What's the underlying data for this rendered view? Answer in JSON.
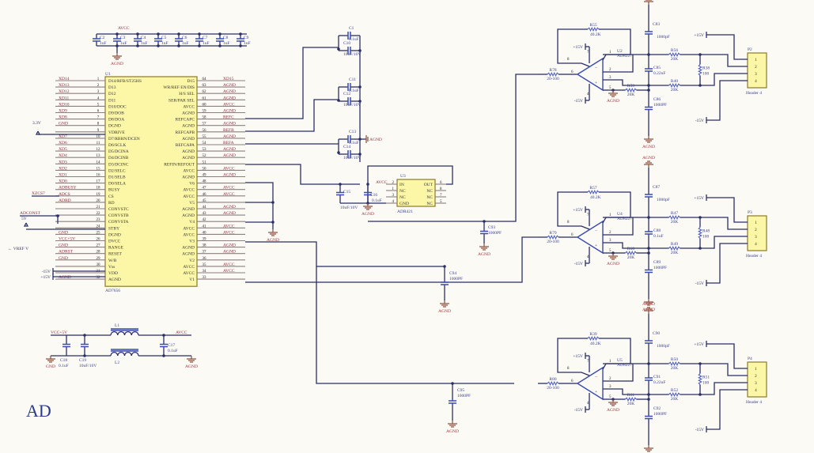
{
  "title": "AD",
  "u1": {
    "ref": "U1",
    "part": "AD7656",
    "left_pins": [
      {
        "num": "1",
        "name": "D14/RFB/ST25HS",
        "net": "XD14"
      },
      {
        "num": "2",
        "name": "D13",
        "net": "XD13"
      },
      {
        "num": "3",
        "name": "D12",
        "net": "XD12"
      },
      {
        "num": "4",
        "name": "D11",
        "net": "XD11"
      },
      {
        "num": "5",
        "name": "D10/DOC",
        "net": "XD10"
      },
      {
        "num": "6",
        "name": "D9/DOB",
        "net": "XD9"
      },
      {
        "num": "7",
        "name": "D8/DOA",
        "net": "XD8"
      },
      {
        "num": "8",
        "name": "DGND",
        "net": "GND"
      },
      {
        "num": "9",
        "name": "VDRIVE",
        "net": ""
      },
      {
        "num": "10",
        "name": "D7/RBRN/DCEN",
        "net": "XD7"
      },
      {
        "num": "11",
        "name": "D6/SCLK",
        "net": "XD6"
      },
      {
        "num": "12",
        "name": "D5/DCINA",
        "net": "XD5"
      },
      {
        "num": "13",
        "name": "D4/DCINB",
        "net": "XD4"
      },
      {
        "num": "14",
        "name": "D3/DCINC",
        "net": "XD3"
      },
      {
        "num": "15",
        "name": "D2/SELC",
        "net": "XD2"
      },
      {
        "num": "16",
        "name": "D1/SELB",
        "net": "XD1"
      },
      {
        "num": "17",
        "name": "D0/SELA",
        "net": "XD0"
      },
      {
        "num": "18",
        "name": "BUSY",
        "net": "ADBUSY"
      },
      {
        "num": "19",
        "name": "CS",
        "net": "ADCS"
      },
      {
        "num": "20",
        "name": "RD",
        "net": "ADRD"
      },
      {
        "num": "21",
        "name": "CONVSTC",
        "net": ""
      },
      {
        "num": "22",
        "name": "CONVSTB",
        "net": ""
      },
      {
        "num": "23",
        "name": "CONVSTA",
        "net": ""
      },
      {
        "num": "24",
        "name": "STBY",
        "net": ""
      },
      {
        "num": "25",
        "name": "DGND",
        "net": "GND"
      },
      {
        "num": "26",
        "name": "DVCC",
        "net": "VCC+5V"
      },
      {
        "num": "27",
        "name": "RANGE",
        "net": "GND"
      },
      {
        "num": "28",
        "name": "RESET",
        "net": "ADRST"
      },
      {
        "num": "29",
        "name": "W/B",
        "net": "GND"
      },
      {
        "num": "30",
        "name": "Vss",
        "net": ""
      },
      {
        "num": "31",
        "name": "VDD",
        "net": ""
      },
      {
        "num": "32",
        "name": "AGND",
        "net": "AGND"
      }
    ],
    "right_pins": [
      {
        "num": "64",
        "name": "D15",
        "net": "XD15"
      },
      {
        "num": "63",
        "name": "WR/REF EN/DIS",
        "net": "AGND"
      },
      {
        "num": "62",
        "name": "H/S SEL",
        "net": "AGND"
      },
      {
        "num": "61",
        "name": "SER/PAR SEL",
        "net": "AGND"
      },
      {
        "num": "60",
        "name": "AVCC",
        "net": "AVCC"
      },
      {
        "num": "59",
        "name": "AGND",
        "net": "AGND"
      },
      {
        "num": "58",
        "name": "REFCAPC",
        "net": "REFC"
      },
      {
        "num": "57",
        "name": "AGND",
        "net": "AGND"
      },
      {
        "num": "56",
        "name": "REFCAPB",
        "net": "REFB"
      },
      {
        "num": "55",
        "name": "AGND",
        "net": "AGND"
      },
      {
        "num": "54",
        "name": "REFCAPA",
        "net": "REFA"
      },
      {
        "num": "53",
        "name": "AGND",
        "net": "AGND"
      },
      {
        "num": "52",
        "name": "AGND",
        "net": "AGND"
      },
      {
        "num": "51",
        "name": "REFIN/REFOUT",
        "net": ""
      },
      {
        "num": "50",
        "name": "AVCC",
        "net": "AVCC"
      },
      {
        "num": "49",
        "name": "AGND",
        "net": "AGND"
      },
      {
        "num": "48",
        "name": "V6",
        "net": ""
      },
      {
        "num": "47",
        "name": "AVCC",
        "net": "AVCC"
      },
      {
        "num": "46",
        "name": "AVCC",
        "net": "AVCC"
      },
      {
        "num": "45",
        "name": "V5",
        "net": ""
      },
      {
        "num": "44",
        "name": "AGND",
        "net": "AGND"
      },
      {
        "num": "43",
        "name": "AGND",
        "net": "AGND"
      },
      {
        "num": "42",
        "name": "V4",
        "net": ""
      },
      {
        "num": "41",
        "name": "AVCC",
        "net": "AVCC"
      },
      {
        "num": "40",
        "name": "AVCC",
        "net": "AVCC"
      },
      {
        "num": "39",
        "name": "V3",
        "net": ""
      },
      {
        "num": "38",
        "name": "AGND",
        "net": "AGND"
      },
      {
        "num": "37",
        "name": "AGND",
        "net": "AGND"
      },
      {
        "num": "36",
        "name": "V2",
        "net": ""
      },
      {
        "num": "35",
        "name": "AVCC",
        "net": "AVCC"
      },
      {
        "num": "34",
        "name": "AVCC",
        "net": "AVCC"
      },
      {
        "num": "33",
        "name": "V1",
        "net": ""
      }
    ]
  },
  "left_labels": {
    "v33": "3.3V",
    "xzcs7": "XZCS7",
    "adconst": "ADCONST",
    "v5": "5V",
    "vref": "← VREF V",
    "m15": "-15V",
    "p15": "+15V"
  },
  "decoupling": {
    "net_top": "AVCC",
    "net_bot": "AGND",
    "caps": [
      {
        "ref": "C2",
        "val": "1uF"
      },
      {
        "ref": "C3",
        "val": "1uF"
      },
      {
        "ref": "C4",
        "val": "1uF"
      },
      {
        "ref": "C5",
        "val": "1uF"
      },
      {
        "ref": "C6",
        "val": "1uF"
      },
      {
        "ref": "C7",
        "val": "1uF"
      },
      {
        "ref": "C8",
        "val": "1uF"
      },
      {
        "ref": "C9",
        "val": "1uF"
      }
    ]
  },
  "ref_caps": [
    {
      "ref": "C1",
      "val": "0.1uF"
    },
    {
      "ref": "C10",
      "val": "10uF/10V"
    },
    {
      "ref": "C11",
      "val": "0.1uF"
    },
    {
      "ref": "C12",
      "val": "10uF/10V"
    },
    {
      "ref": "C13",
      "val": "0.1uF"
    },
    {
      "ref": "C14",
      "val": "10uF/10V"
    }
  ],
  "ref_gnd": "AGND",
  "u3": {
    "ref": "U3",
    "part": "ADR421",
    "in_net": "AVCC",
    "pins_left": [
      {
        "num": "2",
        "name": "IN"
      },
      {
        "num": "1",
        "name": "NC"
      },
      {
        "num": "3",
        "name": "NC"
      },
      {
        "num": "4",
        "name": "GND"
      }
    ],
    "pins_right": [
      {
        "num": "6",
        "name": "OUT"
      },
      {
        "num": "8",
        "name": "NC"
      },
      {
        "num": "7",
        "name": "NC"
      },
      {
        "num": "5",
        "name": "NC"
      }
    ],
    "c15": {
      "ref": "C15",
      "val": "10uF/10V"
    },
    "c16": {
      "ref": "C16",
      "val": "0.1uF"
    },
    "gnd": "AGND"
  },
  "filter_caps": [
    {
      "ref": "C93",
      "val": "1000PF",
      "gnd": "AGND"
    },
    {
      "ref": "C94",
      "val": "1000PF",
      "gnd": "AGND"
    },
    {
      "ref": "C95",
      "val": "1000PF",
      "gnd": "AGND"
    }
  ],
  "power_filter": {
    "vin": "VCC+5V",
    "vout": "AVCC",
    "l1": "L1",
    "l2": "L2",
    "c18": {
      "ref": "C18",
      "val": "0.1uF"
    },
    "c19": {
      "ref": "C19",
      "val": "10uF/10V"
    },
    "c17": {
      "ref": "C17",
      "val": "0.1uF"
    },
    "gnd_in": "GND",
    "gnd_out": "AGND"
  },
  "channels": [
    {
      "rin": {
        "ref": "R78",
        "val": "20-100"
      },
      "rf": {
        "ref": "R55",
        "val": "40.2K"
      },
      "opamp": {
        "ref": "U2",
        "part": "AD8227"
      },
      "rgnd": {
        "ref": "R59",
        "val": "20K"
      },
      "ctop": {
        "ref": "C83",
        "val": "1000pF"
      },
      "cmid": {
        "ref": "C85",
        "val": "0.22uF"
      },
      "cbot": {
        "ref": "C86",
        "val": "1000PF"
      },
      "ra": {
        "ref": "R56",
        "val": "20K"
      },
      "rb": {
        "ref": "R40",
        "val": "20K"
      },
      "rt": {
        "ref": "R38",
        "val": "100"
      },
      "hdr": {
        "ref": "P2",
        "part": "Header 4",
        "pins": [
          "1",
          "2",
          "3",
          "4"
        ]
      },
      "vp": "+15V",
      "vn": "-15V",
      "gnd": "AGND"
    },
    {
      "rin": {
        "ref": "R79",
        "val": "20-100"
      },
      "rf": {
        "ref": "R57",
        "val": "40.2K"
      },
      "opamp": {
        "ref": "U4",
        "part": "AD8227"
      },
      "rgnd": {
        "ref": "R60",
        "val": "20K"
      },
      "ctop": {
        "ref": "C87",
        "val": "1000pF"
      },
      "cmid": {
        "ref": "C88",
        "val": "0.1uF"
      },
      "cbot": {
        "ref": "C89",
        "val": "1000PF"
      },
      "ra": {
        "ref": "R47",
        "val": "20K"
      },
      "rb": {
        "ref": "R49",
        "val": "20K"
      },
      "rt": {
        "ref": "R48",
        "val": "100"
      },
      "hdr": {
        "ref": "P3",
        "part": "Header 4",
        "pins": [
          "1",
          "2",
          "3",
          "4"
        ]
      },
      "vp": "+15V",
      "vn": "-15V",
      "gnd": "AGND"
    },
    {
      "rin": {
        "ref": "R80",
        "val": "20-100"
      },
      "rf": {
        "ref": "R39",
        "val": "40.2K"
      },
      "opamp": {
        "ref": "U5",
        "part": "AD8227"
      },
      "rgnd": {
        "ref": "R61",
        "val": "20K"
      },
      "ctop": {
        "ref": "C90",
        "val": "1000pF"
      },
      "cmid": {
        "ref": "C91",
        "val": "0.22uF"
      },
      "cbot": {
        "ref": "C92",
        "val": "1000PF"
      },
      "ra": {
        "ref": "R50",
        "val": "20K"
      },
      "rb": {
        "ref": "R52",
        "val": "20K"
      },
      "rt": {
        "ref": "R51",
        "val": "100"
      },
      "hdr": {
        "ref": "P4",
        "part": "Header 4",
        "pins": [
          "1",
          "2",
          "3",
          "4"
        ]
      },
      "vp": "+15V",
      "vn": "-15V",
      "gnd": "AGND"
    }
  ],
  "opamp_pins": {
    "p8": "8",
    "p6": "6",
    "p1": "1",
    "p2": "2",
    "p3": "3",
    "p5": "5",
    "p7": "7",
    "p4": "4"
  }
}
